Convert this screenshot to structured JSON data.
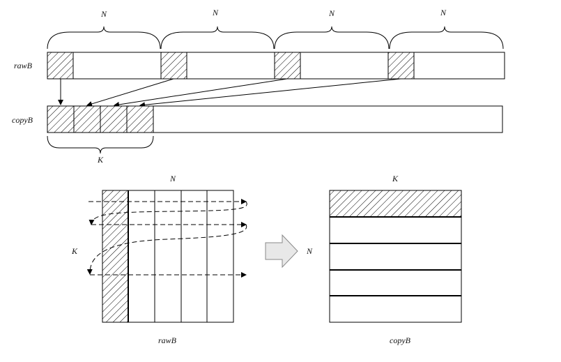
{
  "labels": {
    "brace_n": "N",
    "brace_k": "K",
    "rawB": "rawB",
    "copyB": "copyB",
    "matrix_left_top": "N",
    "matrix_left_side": "K",
    "matrix_right_top": "K",
    "matrix_right_side": "N",
    "caption_left": "rawB",
    "caption_right": "copyB"
  },
  "colors": {
    "stroke": "#000000",
    "arrow_fill": "#e8e8e8"
  }
}
